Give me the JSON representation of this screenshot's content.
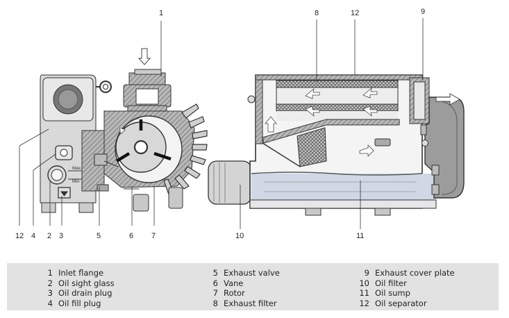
{
  "callouts": {
    "left_view": [
      "1",
      "12",
      "4",
      "2",
      "3",
      "5",
      "6",
      "7"
    ],
    "right_view": [
      "8",
      "12",
      "9",
      "10",
      "11"
    ]
  },
  "legend": [
    [
      {
        "number": "1",
        "label": "Inlet flange"
      },
      {
        "number": "2",
        "label": "Oil sight glass"
      },
      {
        "number": "3",
        "label": "Oil drain plug"
      },
      {
        "number": "4",
        "label": "Oil fill plug"
      }
    ],
    [
      {
        "number": "5",
        "label": "Exhaust valve"
      },
      {
        "number": "6",
        "label": "Vane"
      },
      {
        "number": "7",
        "label": "Rotor"
      },
      {
        "number": "8",
        "label": "Exhaust filter"
      }
    ],
    [
      {
        "number": "9",
        "label": "Exhaust cover plate"
      },
      {
        "number": "10",
        "label": "Oil filter"
      },
      {
        "number": "11",
        "label": "Oil sump"
      },
      {
        "number": "12",
        "label": "Oil separator"
      }
    ]
  ],
  "sight_glass_marks": [
    "Max",
    "Min"
  ],
  "colors": {
    "casing_hatch": "#9a9a9a",
    "body_fill": "#e6e6e6",
    "panel_gray": "#d6d6d6",
    "oil_fill": "#cfd8e4",
    "legend_background": "#e2e2e2",
    "line": "#333333"
  }
}
